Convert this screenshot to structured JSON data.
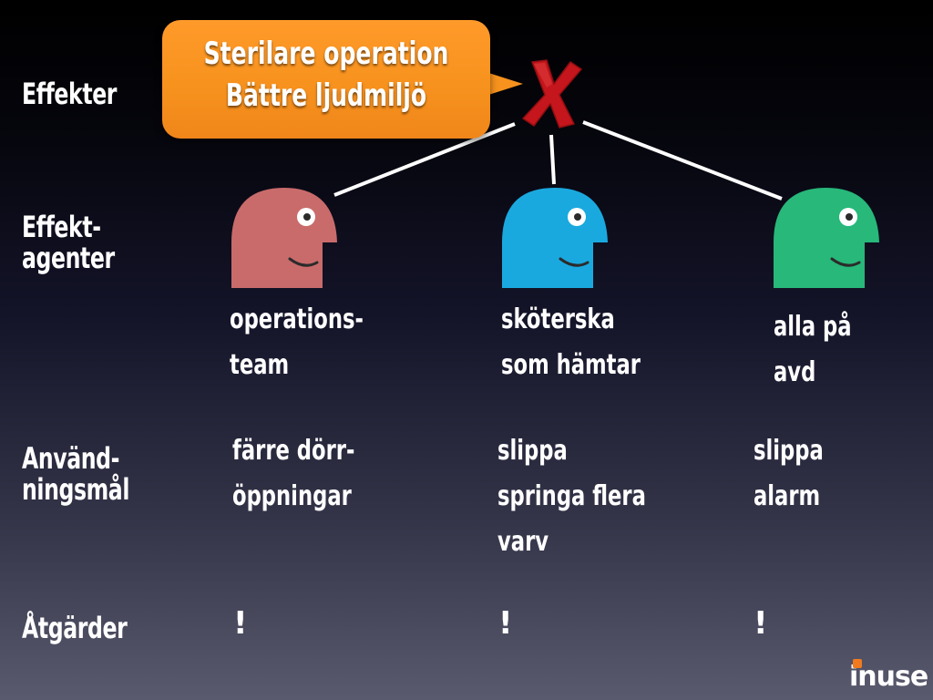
{
  "row_labels": {
    "effekter": "Effekter",
    "effektagenter": [
      "Effekt-",
      "agenter"
    ],
    "anvandningsmal": [
      "Använd-",
      "ningsmål"
    ],
    "atgarder": "Åtgärder"
  },
  "callout": {
    "lines": [
      "Sterilare operation",
      "Bättre ljudmiljö"
    ],
    "color": "#f7921e"
  },
  "crossed_icon": "red-cross-icon",
  "agents": [
    {
      "icon": "person-head-icon",
      "color": "#c96b6b",
      "label": [
        "operations-",
        "team"
      ],
      "goal": [
        "färre dörr-",
        "öppningar"
      ],
      "action": "!"
    },
    {
      "icon": "person-head-icon",
      "color": "#1aa9df",
      "label": [
        "sköterska",
        "som hämtar"
      ],
      "goal": [
        "slippa",
        "springa flera",
        "varv"
      ],
      "action": "!"
    },
    {
      "icon": "person-head-icon",
      "color": "#27b87a",
      "label": [
        "alla på",
        "avd"
      ],
      "goal": [
        "slippa",
        "alarm"
      ],
      "action": "!"
    }
  ],
  "logo": {
    "text": "inuse",
    "accent": "#f07a1e"
  }
}
